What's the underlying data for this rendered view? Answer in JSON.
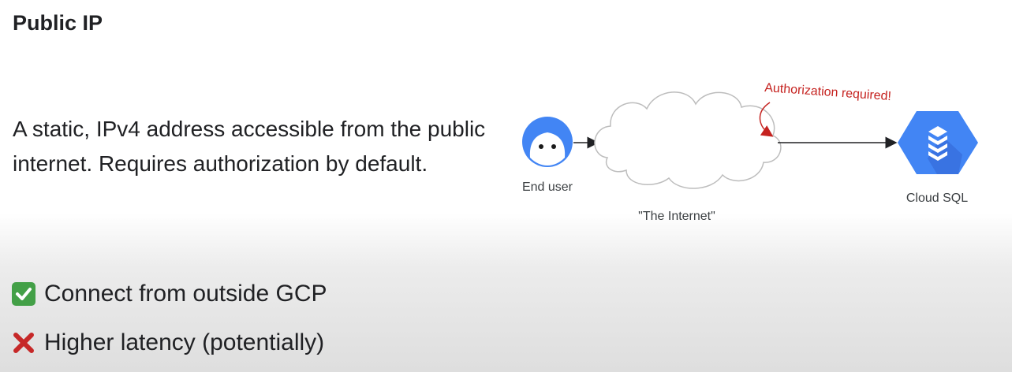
{
  "slide": {
    "title": "Public IP",
    "description": "A static, IPv4 address accessible from the public internet. Requires authorization by default."
  },
  "diagram": {
    "end_user_label": "End user",
    "internet_label": "\"The Internet\"",
    "auth_note": "Authorization required!",
    "cloud_sql_label": "Cloud SQL",
    "colors": {
      "user": "#4285f4",
      "sql": "#4285f4",
      "auth": "#c5221f"
    }
  },
  "pros_cons": {
    "pro": {
      "icon": "check-mark-button-icon",
      "text": "Connect from outside GCP",
      "color": "#43a047"
    },
    "con": {
      "icon": "cross-mark-icon",
      "text": "Higher latency (potentially)",
      "color": "#c62828"
    }
  }
}
